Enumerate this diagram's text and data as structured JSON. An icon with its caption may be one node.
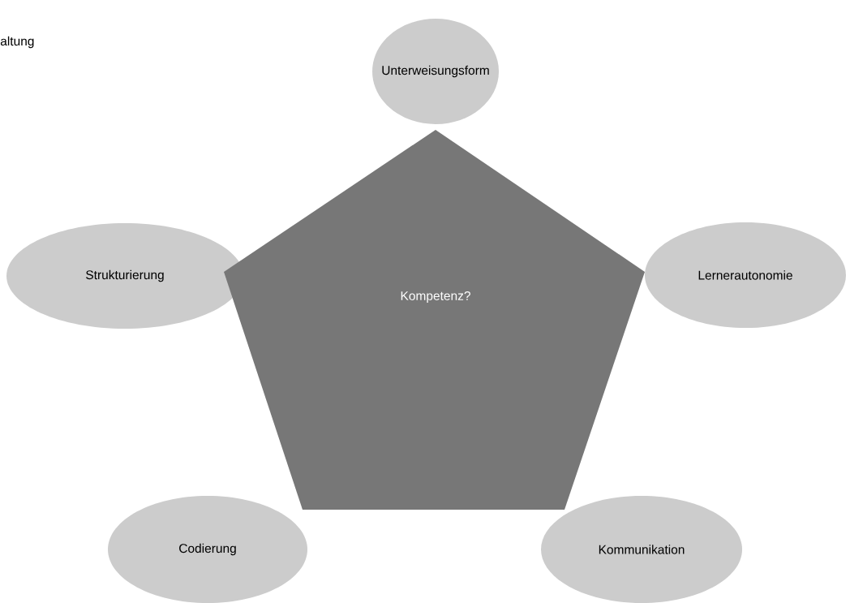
{
  "diagram": {
    "nodes": [
      {
        "text": [
          "Unterweisungsform"
        ]
      },
      {
        "text": [
          "Strukturierung"
        ]
      },
      {
        "text": [
          "Kompetenz?"
        ]
      },
      {
        "text": [
          "Lernerautonomie"
        ]
      },
      {
        "text": [
          "Codierung"
        ]
      },
      {
        "text": [
          "Kommunikation"
        ]
      }
    ],
    "labels": [
      "altung"
    ]
  }
}
